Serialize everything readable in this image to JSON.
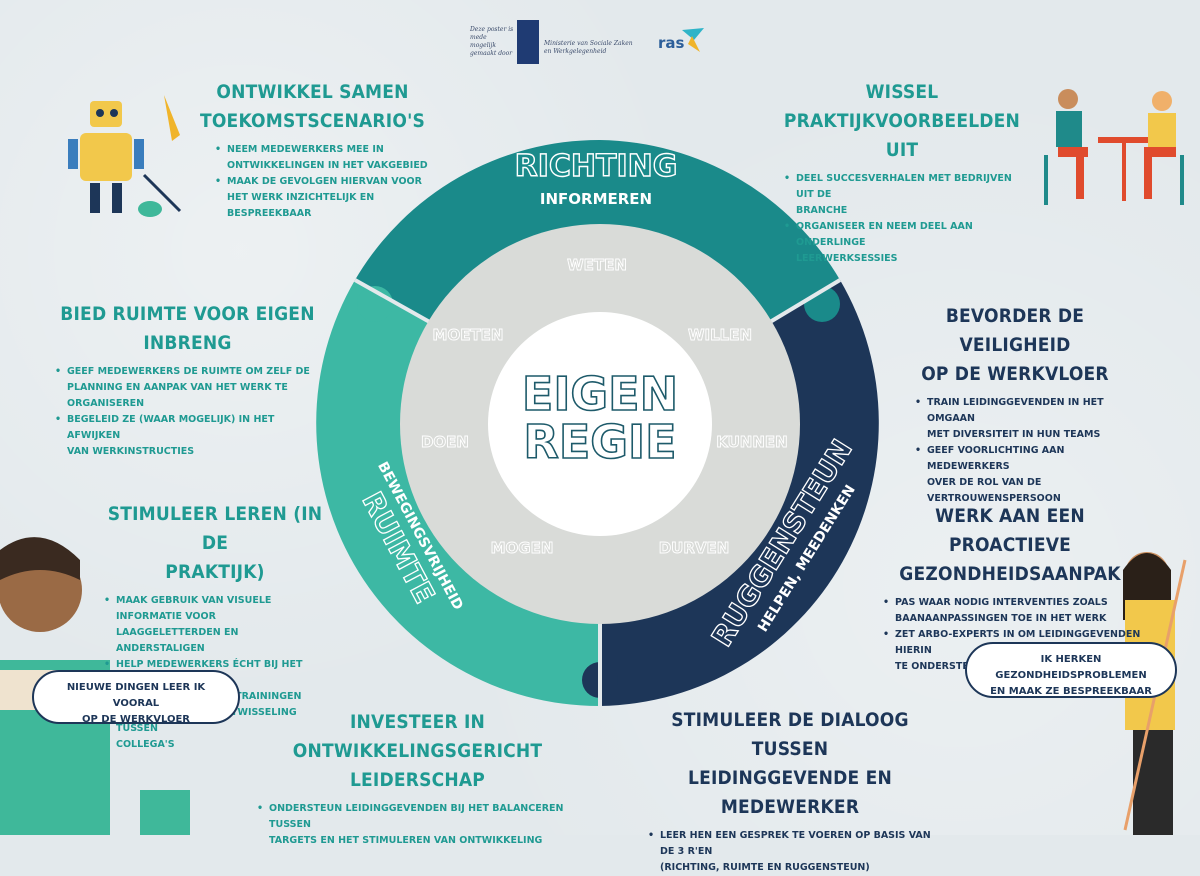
{
  "logos": {
    "ministry_tagline": "Deze poster is mede mogelijk gemaakt door",
    "ministry_name": "Ministerie van Sociale Zaken en Werkgelegenheid",
    "ras_name": "ras"
  },
  "wheel": {
    "center": [
      "EIGEN",
      "REGIE"
    ],
    "outer": [
      {
        "title": "RICHTING",
        "sub": "INFORMEREN"
      },
      {
        "title": "RUGGENSTEUN",
        "sub": "HELPEN, MEEDENKEN"
      },
      {
        "title": "RUIMTE",
        "sub": "BEWEGINGSVRIJHEID"
      }
    ],
    "inner_words": [
      "WETEN",
      "WILLEN",
      "KUNNEN",
      "DURVEN",
      "MOGEN",
      "DOEN",
      "MOETEN"
    ]
  },
  "sections": {
    "s1": {
      "title": [
        "ONTWIKKEL SAMEN",
        "TOEKOMSTSCENARIO'S"
      ],
      "bullets": [
        [
          "NEEM MEDEWERKERS MEE IN",
          "ONTWIKKELINGEN IN HET VAKGEBIED"
        ],
        [
          "MAAK DE GEVOLGEN HIERVAN VOOR",
          "HET WERK INZICHTELIJK EN",
          "BESPREEKBAAR"
        ]
      ]
    },
    "s2": {
      "title": [
        "WISSEL",
        "PRAKTIJKVOORBEELDEN UIT"
      ],
      "bullets": [
        [
          "DEEL SUCCESVERHALEN MET BEDRIJVEN UIT DE",
          "BRANCHE"
        ],
        [
          "ORGANISEER EN NEEM DEEL AAN ONDERLINGE",
          "LEERWERKSESSIES"
        ]
      ]
    },
    "s3": {
      "title": [
        "BIED RUIMTE VOOR EIGEN",
        "INBRENG"
      ],
      "bullets": [
        [
          "GEEF MEDEWERKERS DE RUIMTE OM ZELF DE",
          "PLANNING EN AANPAK VAN HET WERK TE",
          "ORGANISEREN"
        ],
        [
          "BEGELEID ZE (WAAR MOGELIJK) IN HET AFWIJKEN",
          "VAN WERKINSTRUCTIES"
        ]
      ]
    },
    "s4": {
      "title": [
        "BEVORDER DE VEILIGHEID",
        "OP DE WERKVLOER"
      ],
      "bullets": [
        [
          "TRAIN LEIDINGGEVENDEN IN HET OMGAAN",
          "MET DIVERSITEIT IN HUN TEAMS"
        ],
        [
          "GEEF VOORLICHTING AAN MEDEWERKERS",
          "OVER DE ROL VAN DE",
          "VERTROUWENSPERSOON"
        ]
      ]
    },
    "s5": {
      "title": [
        "STIMULEER LEREN (IN DE",
        "PRAKTIJK)"
      ],
      "bullets": [
        [
          "MAAK GEBRUIK VAN VISUELE INFORMATIE VOOR",
          "LAAGGELETTERDEN EN ANDERSTALIGEN"
        ],
        [
          "HELP MEDEWERKERS ÉCHT BIJ HET INREGELEN",
          "VAN OPLEIDINGEN EN TRAININGEN"
        ],
        [
          "STIMULEER KENNISUITWISSELING TUSSEN",
          "COLLEGA'S"
        ]
      ]
    },
    "s6": {
      "title": [
        "WERK AAN EEN PROACTIEVE",
        "GEZONDHEIDSAANPAK"
      ],
      "bullets": [
        [
          "PAS WAAR NODIG INTERVENTIES ZOALS",
          "BAANAANPASSINGEN TOE IN HET WERK"
        ],
        [
          "ZET ARBO-EXPERTS IN OM LEIDINGGEVENDEN HIERIN",
          "TE ONDERSTEUNEN"
        ]
      ]
    },
    "s7": {
      "title": [
        "INVESTEER IN ONTWIKKELINGSGERICHT",
        "LEIDERSCHAP"
      ],
      "bullets": [
        [
          "ONDERSTEUN LEIDINGGEVENDEN BIJ HET BALANCEREN TUSSEN",
          "TARGETS EN HET STIMULEREN VAN ONTWIKKELING"
        ]
      ]
    },
    "s8": {
      "title": [
        "STIMULEER DE DIALOOG TUSSEN",
        "LEIDINGGEVENDE EN MEDEWERKER"
      ],
      "bullets": [
        [
          "LEER HEN EEN GESPREK TE VOEREN OP BASIS VAN DE 3 R'EN",
          "(RICHTING, RUIMTE EN RUGGENSTEUN)"
        ]
      ]
    }
  },
  "bubbles": {
    "left": [
      "NIEUWE DINGEN LEER IK VOORAL",
      "OP DE WERKVLOER"
    ],
    "right": [
      "IK HERKEN GEZONDHEIDSPROBLEMEN",
      "EN MAAK ZE BESPREEKBAAR"
    ]
  },
  "colors": {
    "teal_dark": "#1a8a8a",
    "teal_light": "#3db8a4",
    "navy": "#1d3658",
    "inner_ring": "#d9dbd8",
    "text_teal": "#1f9a92"
  }
}
